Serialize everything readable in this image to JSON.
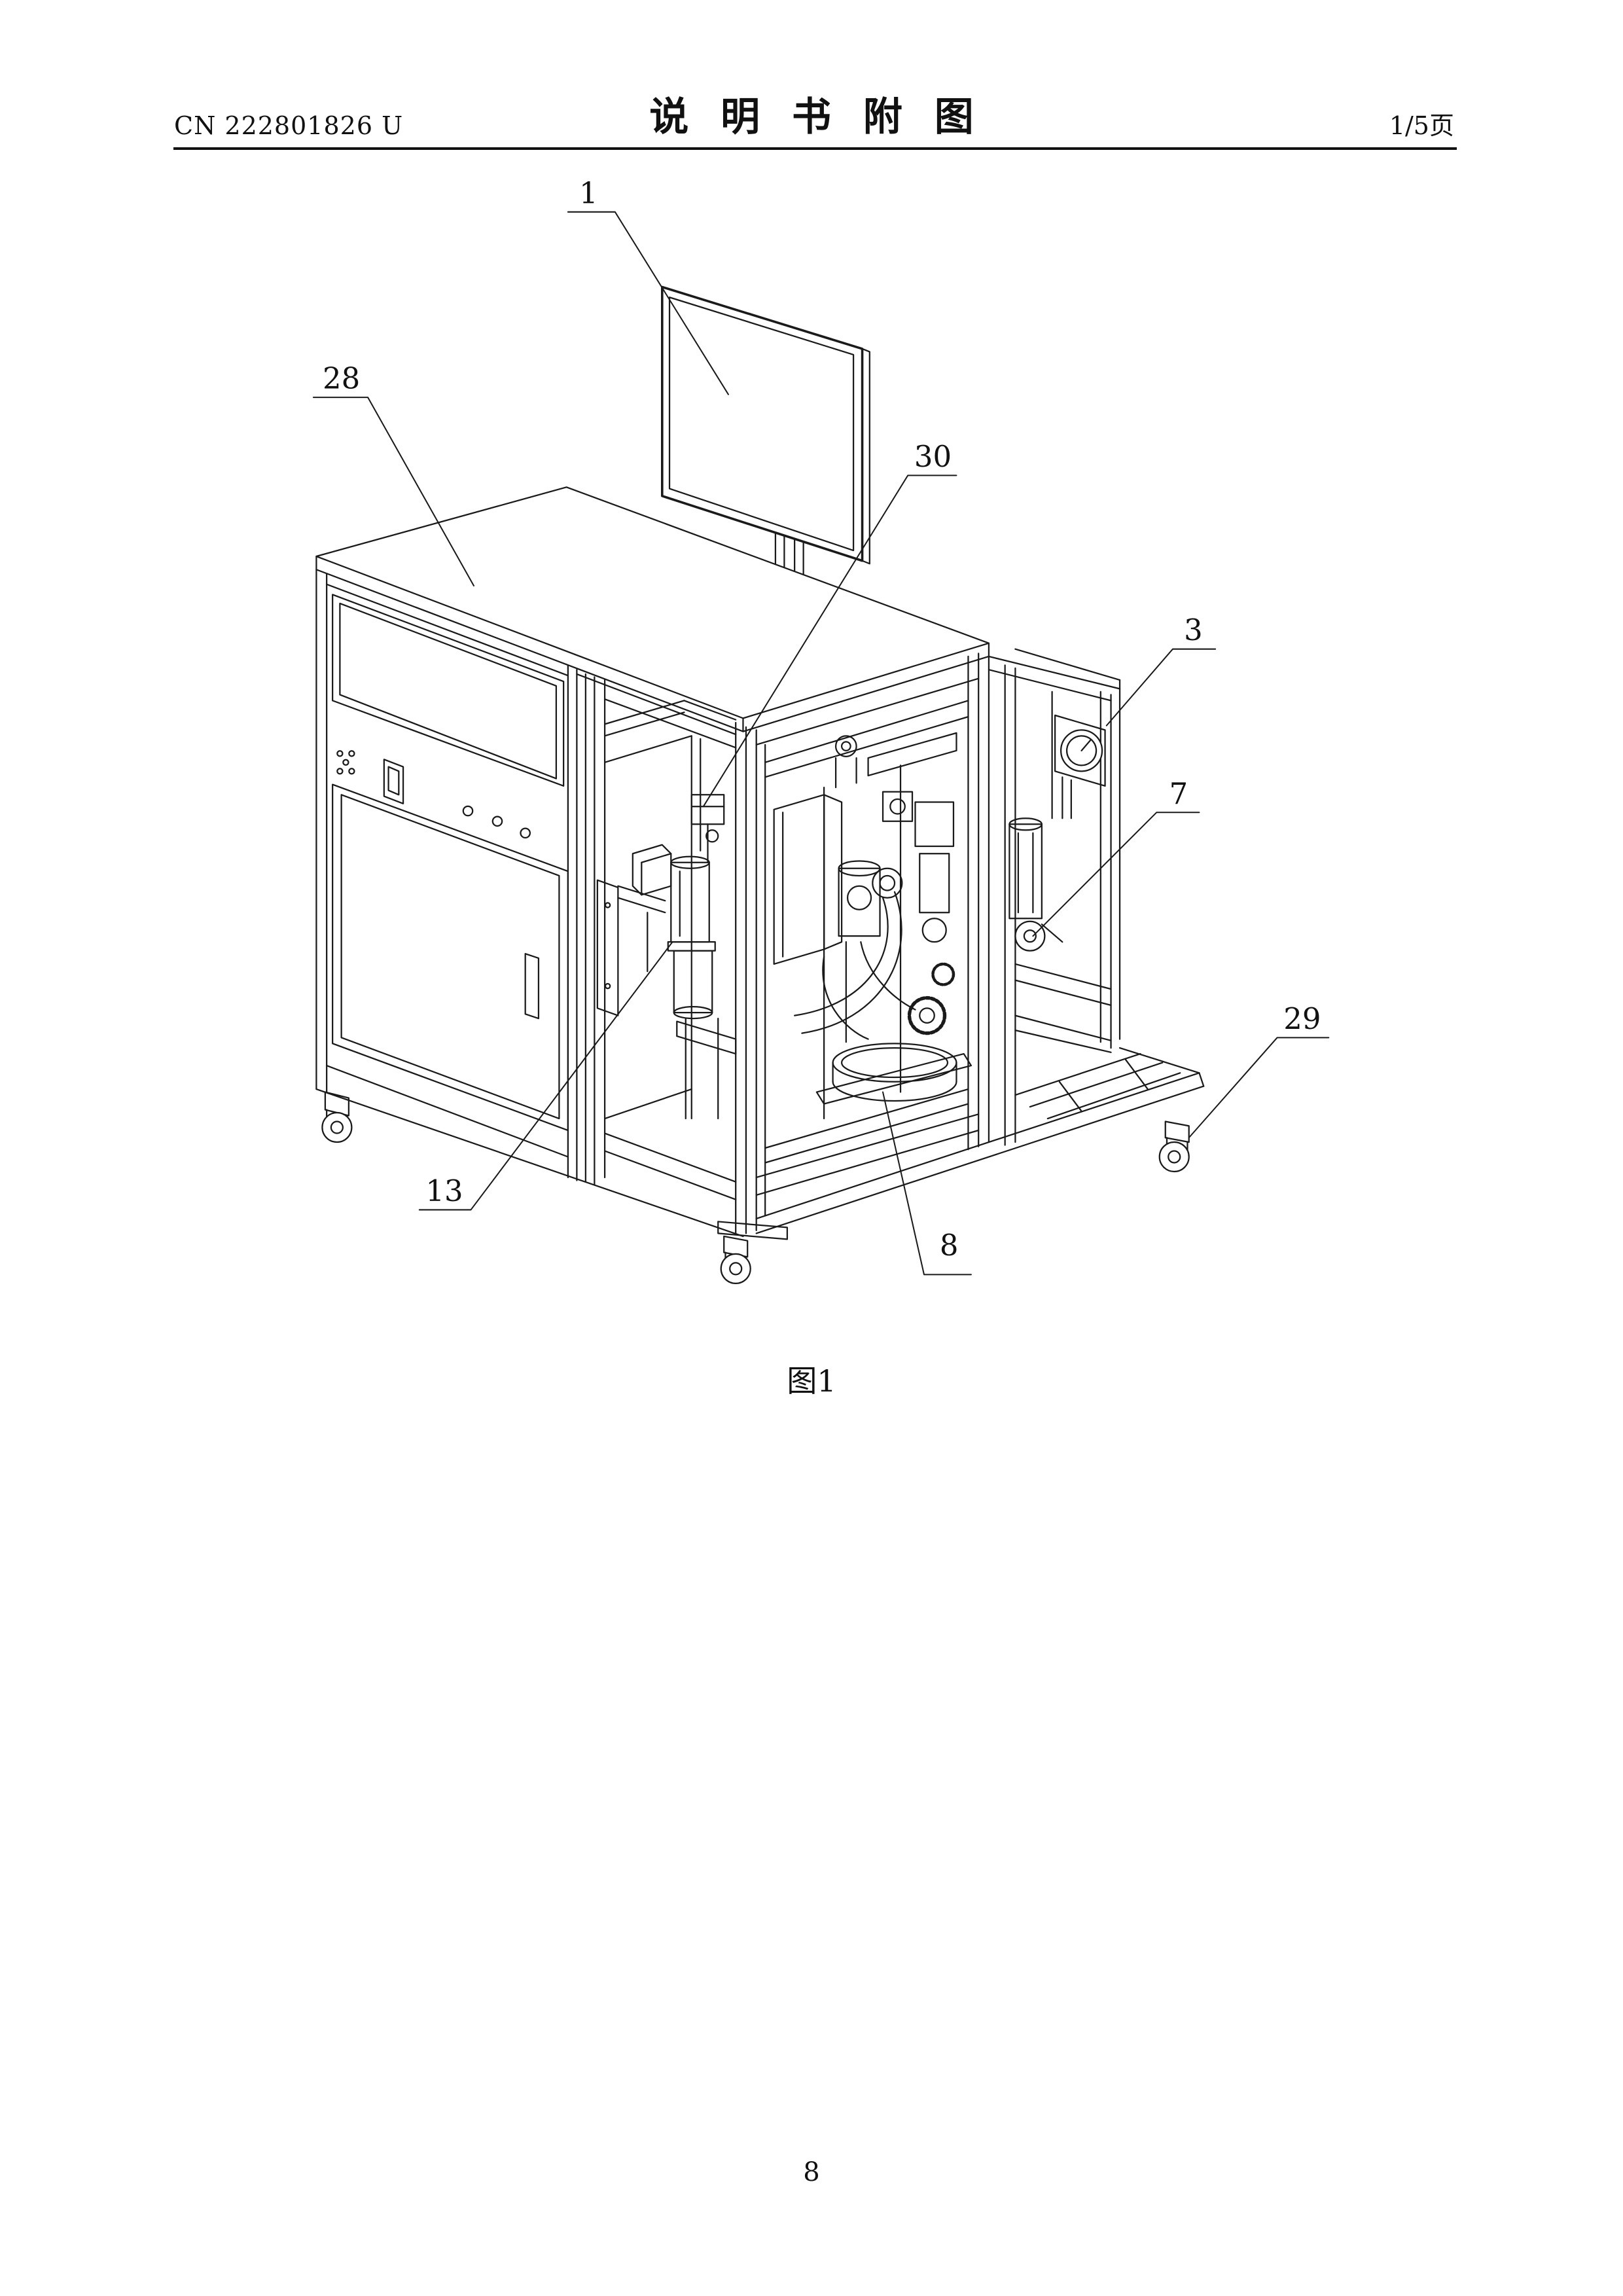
{
  "header": {
    "publication_number": "CN 222801826 U",
    "title": "说 明 书 附 图",
    "sheet": "1/5页"
  },
  "figure": {
    "labels": [
      "1",
      "28",
      "30",
      "3",
      "7",
      "29",
      "13",
      "8"
    ],
    "caption": "图1"
  },
  "footer": {
    "page_number": "8"
  }
}
